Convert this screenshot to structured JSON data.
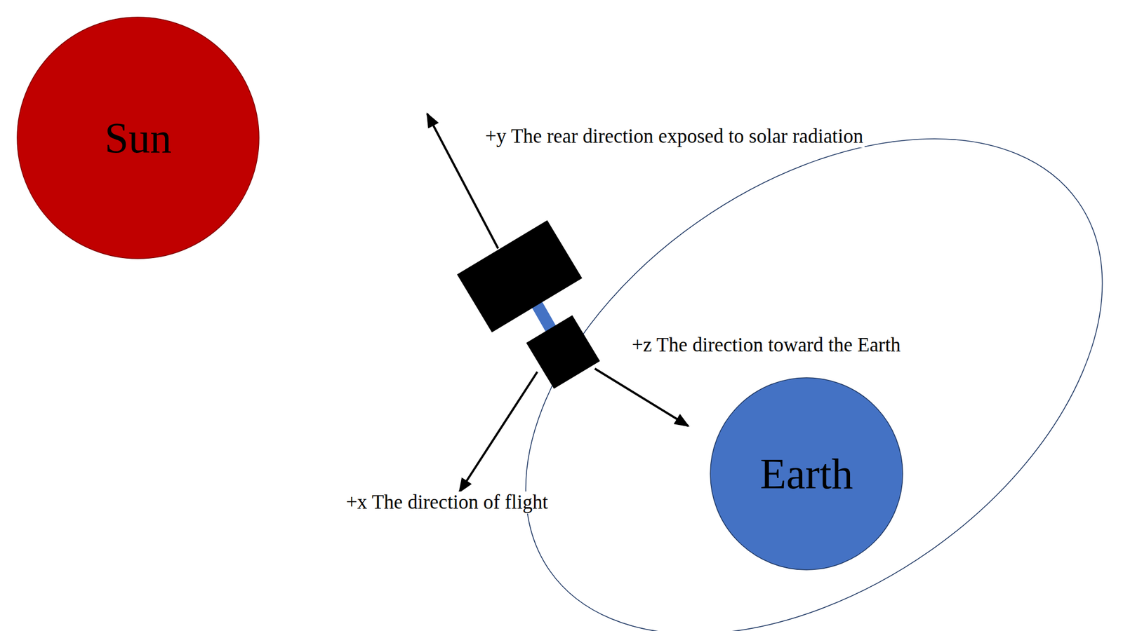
{
  "diagram": {
    "nodes": [
      {
        "text": [
          "Sun"
        ]
      },
      {
        "text": [
          "Earth"
        ]
      }
    ],
    "labels": [
      "+y The rear direction exposed to solar radiation",
      "+z The direction toward the Earth",
      "+x The direction of flight"
    ]
  }
}
